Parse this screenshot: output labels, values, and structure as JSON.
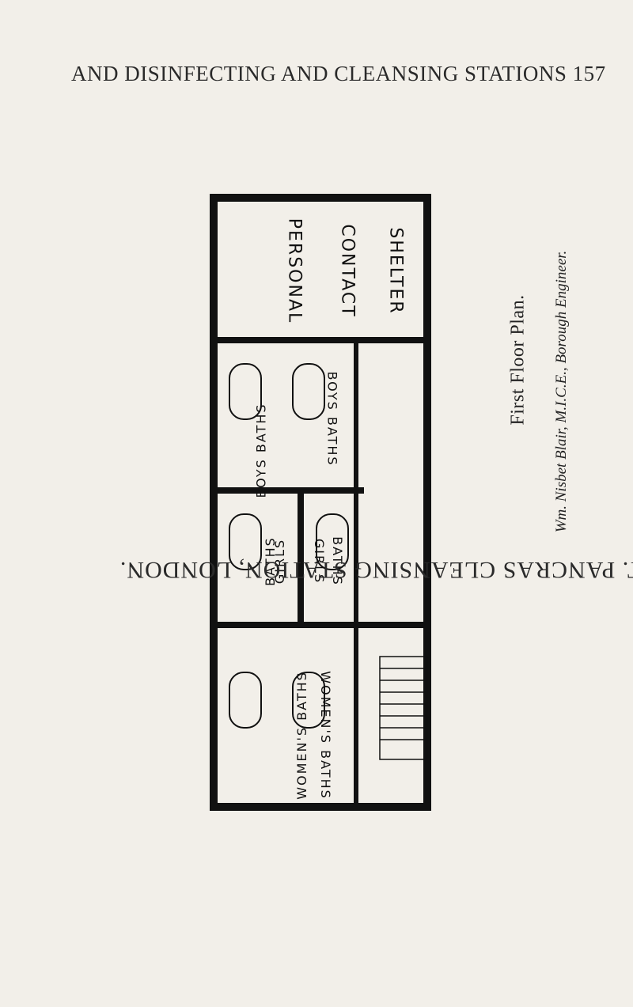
{
  "page": {
    "running_head": "AND DISINFECTING AND CLEANSING STATIONS 157",
    "caption_main": "ST. PANCRAS CLEANSING STATION, LONDON.",
    "caption_sub": "First Floor Plan.",
    "caption_engineer": "Wm. Nisbet Blair, M.I.C.E., Borough Engineer."
  },
  "plan": {
    "labels": {
      "shelter": "SHELTER",
      "contact": "CONTACT",
      "personal": "PERSONAL",
      "boys_baths_upright": "BOYS BATHS",
      "boys_baths_inverted": "BOYS BATHS",
      "girls": "GIRLS",
      "baths": "BATHS",
      "girls_inverted": "GIRLS",
      "baths_inverted": "BATHS",
      "womens_baths_upright": "WOMEN'S BATHS",
      "womens_baths_inverted": "WOMEN'S BATHS"
    }
  }
}
